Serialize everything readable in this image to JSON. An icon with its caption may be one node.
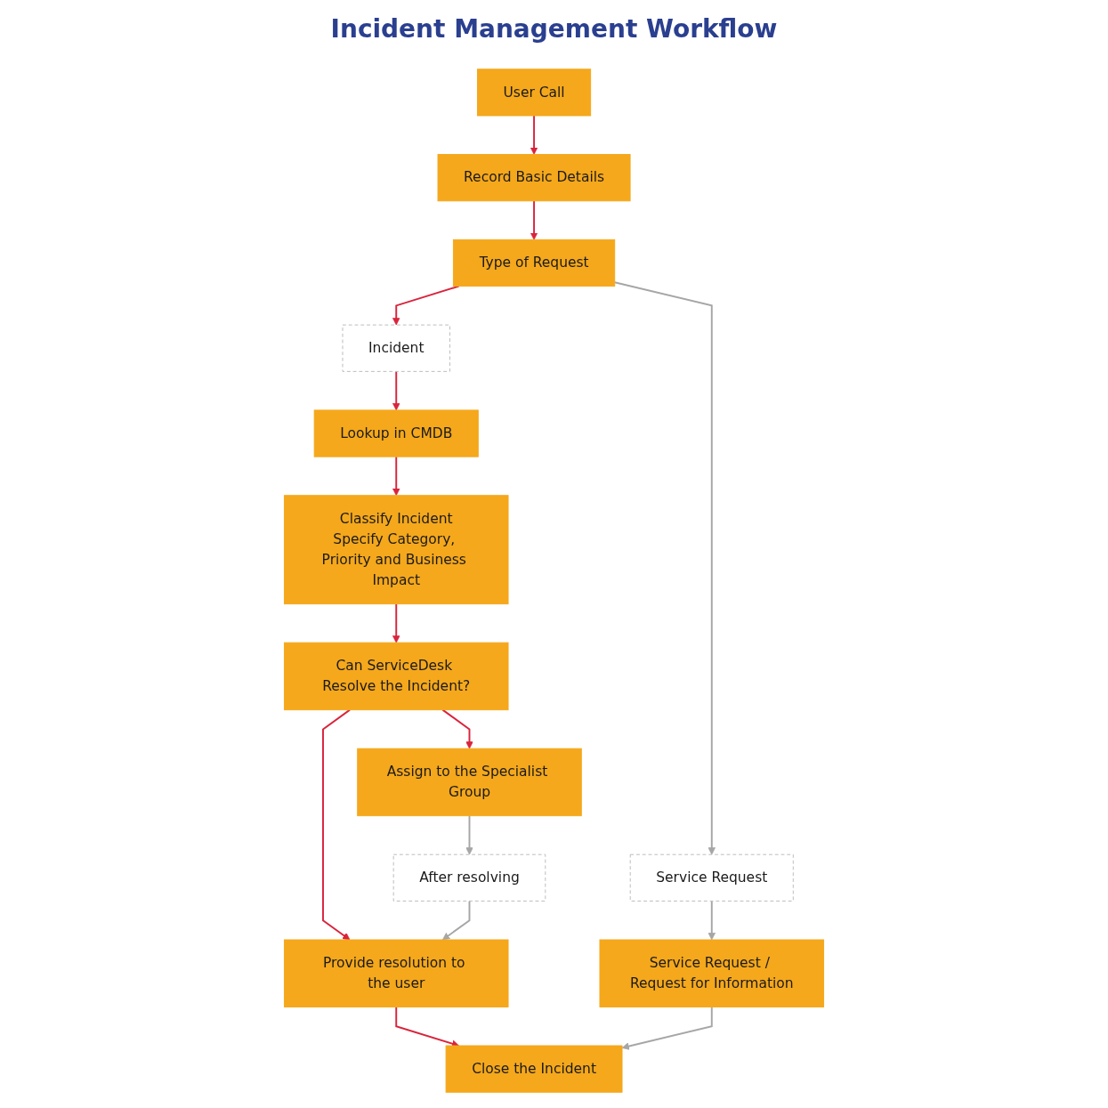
{
  "diagram": {
    "title": "Incident Management Workflow",
    "nodes": [
      {
        "text": [
          "User Call"
        ]
      },
      {
        "text": [
          "Record Basic Details"
        ]
      },
      {
        "text": [
          "Type of Request"
        ]
      },
      {
        "text": [
          "Service Request"
        ]
      },
      {
        "text": [
          "Service Request / Request for Information"
        ]
      },
      {
        "text": [
          "Incident"
        ]
      },
      {
        "text": [
          "Lookup in CMDB"
        ]
      },
      {
        "text": [
          "Classify Incident",
          "Specify Category, Priority and Business Impact"
        ]
      },
      {
        "text": [
          "Can ServiceDesk Resolve the Incident?"
        ]
      },
      {
        "text": [
          "Assign to the Specialist Group"
        ]
      },
      {
        "text": [
          "After resolving"
        ]
      },
      {
        "text": [
          "Provide resolution to the user"
        ]
      },
      {
        "text": [
          "Close the Incident"
        ]
      }
    ],
    "edges": [
      {
        "from": 0,
        "to": 1,
        "arrow": "to"
      },
      {
        "from": 1,
        "to": 2,
        "arrow": "to"
      },
      {
        "from": 2,
        "to": 3,
        "arrow": "to",
        "color": "#a6a6a6"
      },
      {
        "from": 3,
        "to": 4,
        "arrow": "to",
        "color": "#a6a6a6"
      },
      {
        "from": 2,
        "to": 5,
        "arrow": "to"
      },
      {
        "from": 5,
        "to": 6,
        "arrow": "to"
      },
      {
        "from": 6,
        "to": 7,
        "arrow": "to"
      },
      {
        "from": 7,
        "to": 8,
        "arrow": "to"
      },
      {
        "from": 8,
        "to": 9,
        "arrow": "to"
      },
      {
        "from": 8,
        "to": 11,
        "arrow": "to"
      },
      {
        "from": 9,
        "to": 10,
        "arrow": "to",
        "color": "#a6a6a6"
      },
      {
        "from": 10,
        "to": 11,
        "arrow": "to",
        "color": "#a6a6a6"
      },
      {
        "from": 11,
        "to": 12,
        "arrow": "to"
      },
      {
        "from": 4,
        "to": 12,
        "arrow": "to",
        "color": "#a6a6a6"
      }
    ]
  }
}
